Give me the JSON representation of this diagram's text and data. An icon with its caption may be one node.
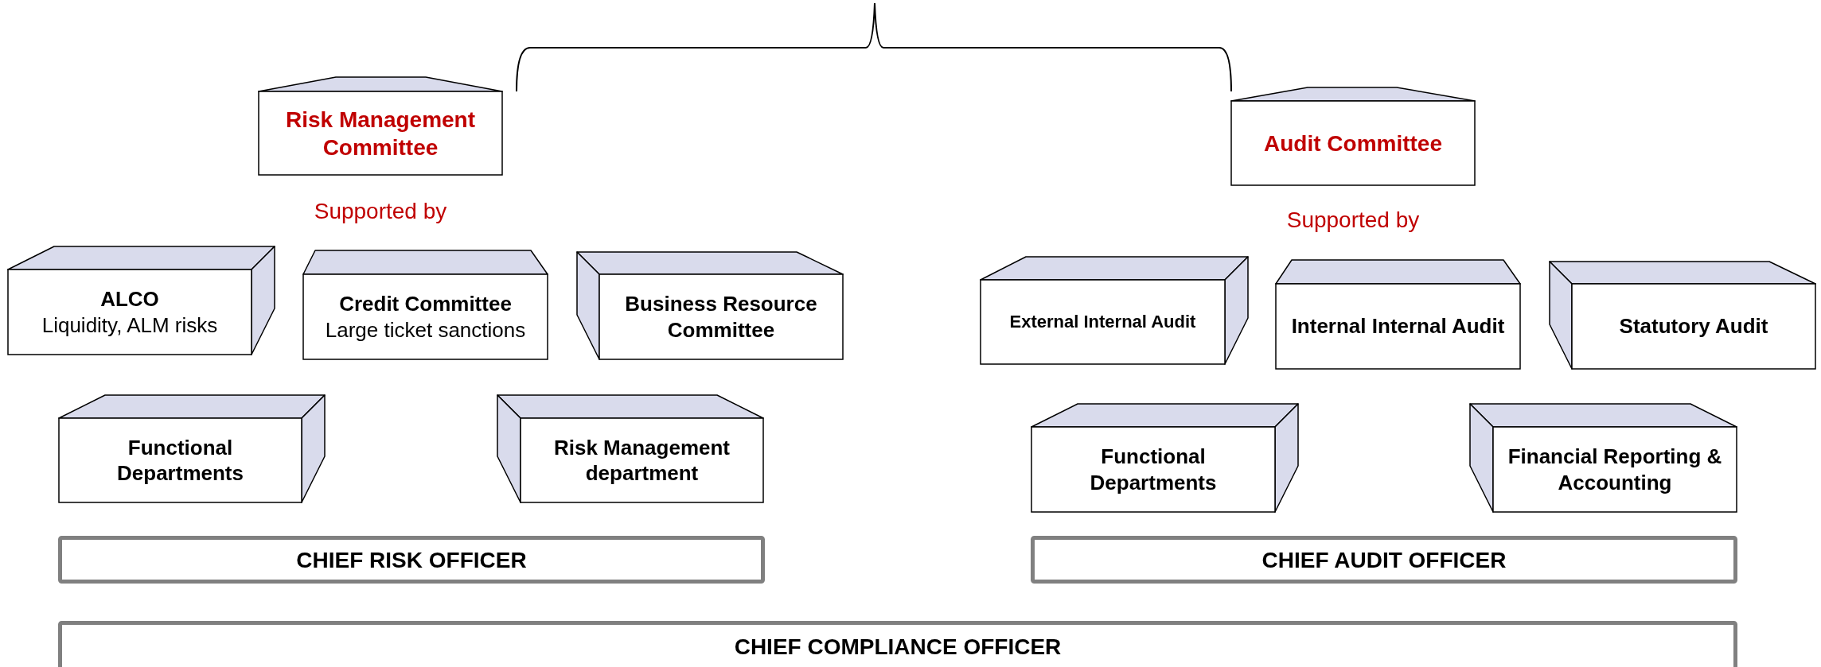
{
  "diagram": {
    "nodes": [
      {
        "text": [
          "Risk Management Committee"
        ]
      },
      {
        "text": [
          "Audit Committee"
        ]
      },
      {
        "text": [
          "ALCO",
          "Liquidity, ALM risks"
        ]
      },
      {
        "text": [
          "Credit Committee",
          "Large ticket sanctions"
        ]
      },
      {
        "text": [
          "Business Resource Committee"
        ]
      },
      {
        "text": [
          "External Internal Audit"
        ]
      },
      {
        "text": [
          "Internal Internal Audit"
        ]
      },
      {
        "text": [
          "Statutory Audit"
        ]
      },
      {
        "text": [
          "Functional Departments"
        ]
      },
      {
        "text": [
          "Risk Management department"
        ]
      },
      {
        "text": [
          "Functional Departments"
        ]
      },
      {
        "text": [
          "Financial Reporting & Accounting"
        ]
      },
      {
        "text": [
          "CHIEF RISK OFFICER"
        ]
      },
      {
        "text": [
          "CHIEF AUDIT OFFICER"
        ]
      },
      {
        "text": [
          "CHIEF COMPLIANCE OFFICER"
        ]
      }
    ],
    "labels": [
      "Supported by",
      "Supported by"
    ]
  }
}
